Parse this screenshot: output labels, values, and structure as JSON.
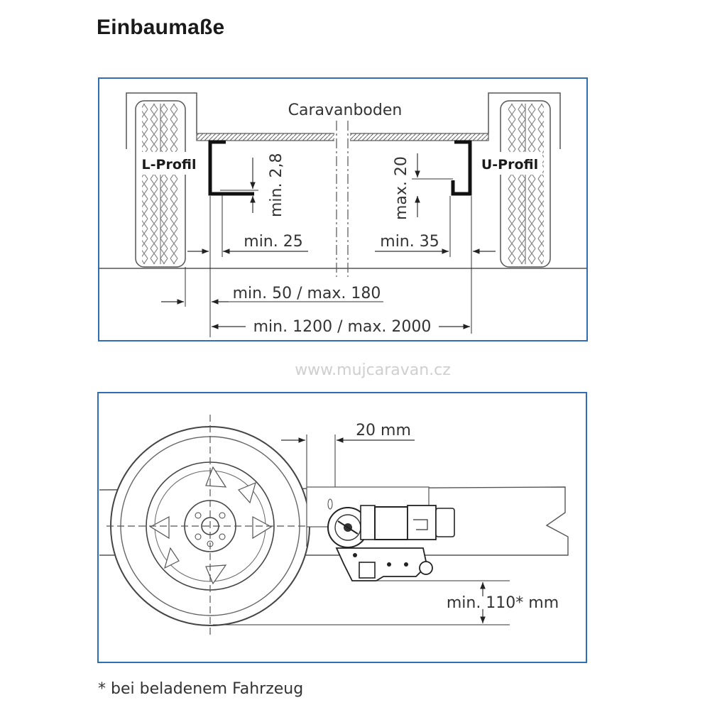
{
  "page": {
    "title": "Einbaumaße",
    "watermark": "www.mujcaravan.cz",
    "footnote": "* bei beladenem Fahrzeug"
  },
  "top_diagram": {
    "floor_label": "Caravanboden",
    "left_profile": "L-Profil",
    "right_profile": "U-Profil",
    "left_thickness": "min. 2,8",
    "right_height": "max. 20",
    "left_width": "min. 25",
    "right_width": "min. 35",
    "wheel_gap": "min. 50 / max. 180",
    "total_width": "min. 1200 / max. 2000"
  },
  "bottom_diagram": {
    "offset_label": "20 mm",
    "ground_clearance": "min. 110* mm"
  },
  "colors": {
    "frame": "#2f6db5",
    "line": "#333333",
    "profile": "#111111",
    "watermark": "#cfcfcf"
  }
}
